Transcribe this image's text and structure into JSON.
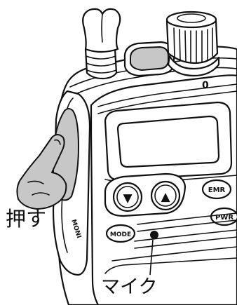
{
  "callouts": {
    "push_label": "押す",
    "mic_label": "マイク"
  },
  "buttons": {
    "moni_label": "MONI",
    "emr_label": "EMR",
    "pwr_label": "PWR",
    "mode_label": "MODE",
    "down_glyph": "▼",
    "up_glyph": "▲"
  },
  "indicator": {
    "mark": "0"
  },
  "colors": {
    "ink": "#111111",
    "highlight": "#c7c7c7",
    "background": "#ffffff"
  }
}
